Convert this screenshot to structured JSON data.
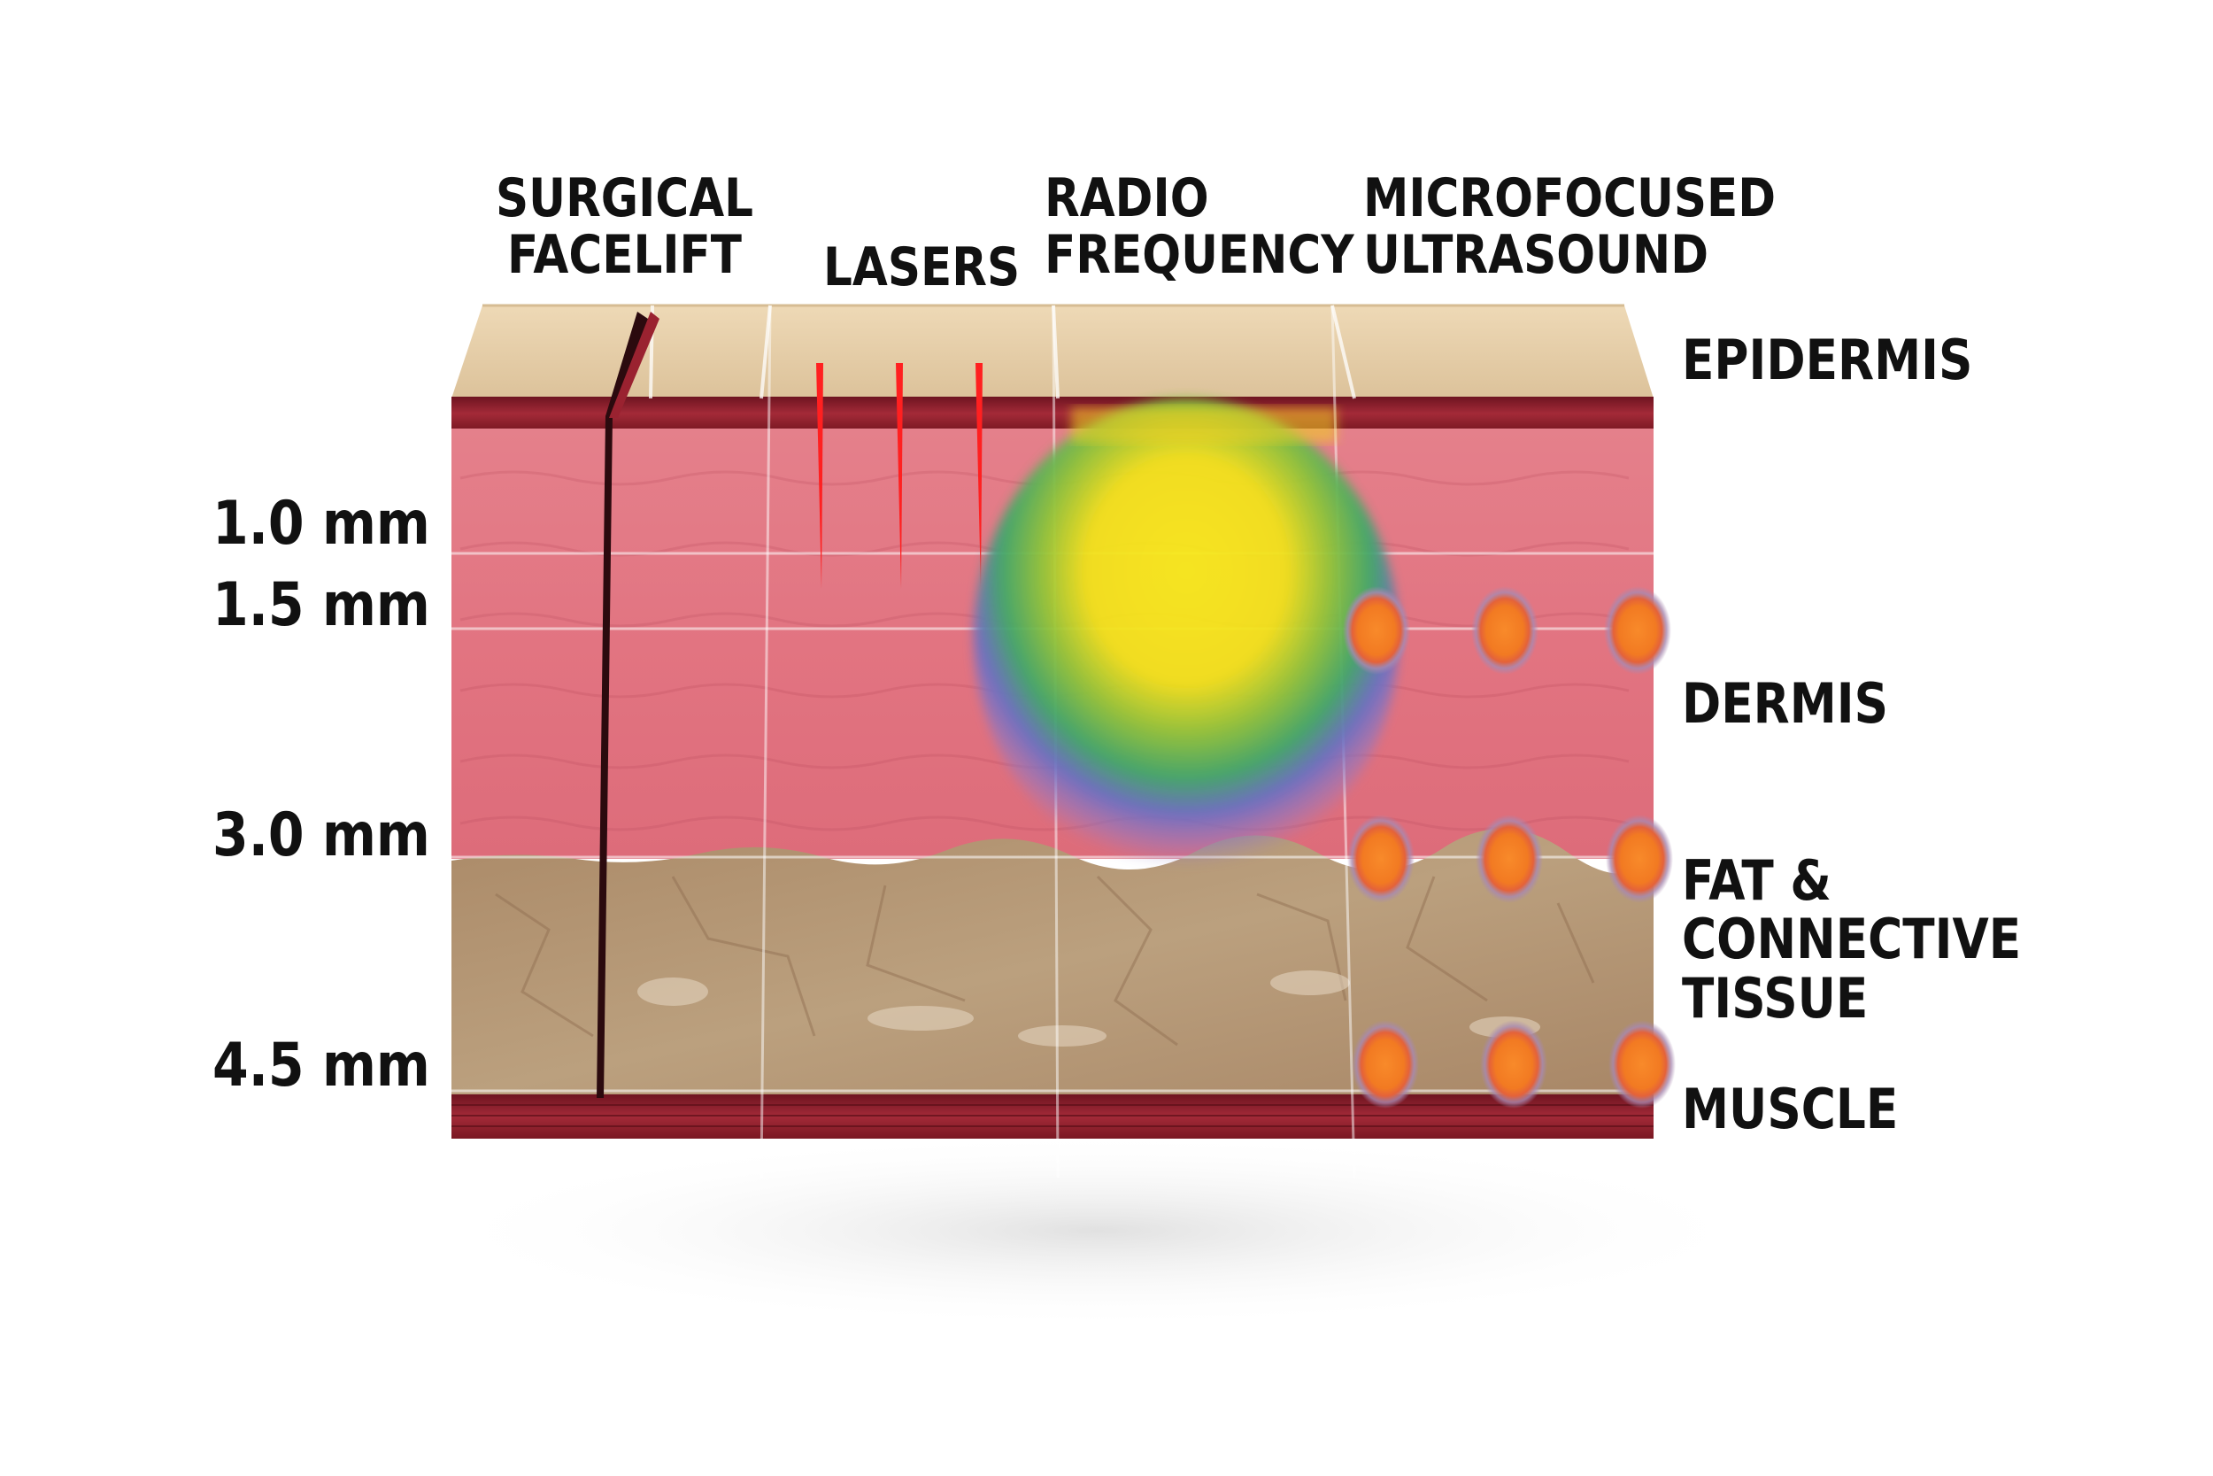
{
  "columns": [
    {
      "lines": [
        "SURGICAL",
        "FACELIFT"
      ]
    },
    {
      "lines": [
        "LASERS"
      ]
    },
    {
      "lines": [
        "RADIO",
        "FREQUENCY"
      ]
    },
    {
      "lines": [
        "MICROFOCUSED",
        "ULTRASOUND"
      ]
    }
  ],
  "layers": {
    "epidermis": [
      "EPIDERMIS"
    ],
    "dermis": [
      "DERMIS"
    ],
    "fat": [
      "FAT &",
      "CONNECTIVE",
      "TISSUE"
    ],
    "muscle": [
      "MUSCLE"
    ]
  },
  "depths": [
    "1.0 mm",
    "1.5 mm",
    "3.0 mm",
    "4.5 mm"
  ],
  "colors": {
    "epidermis": "#e3cba4",
    "dermis": "#e07985",
    "fat": "#b39573",
    "muscle": "#8e1f2c",
    "laser": "#ff1f1f",
    "rf_core": "#f7e81c",
    "ultrasound_core": "#f58220"
  }
}
